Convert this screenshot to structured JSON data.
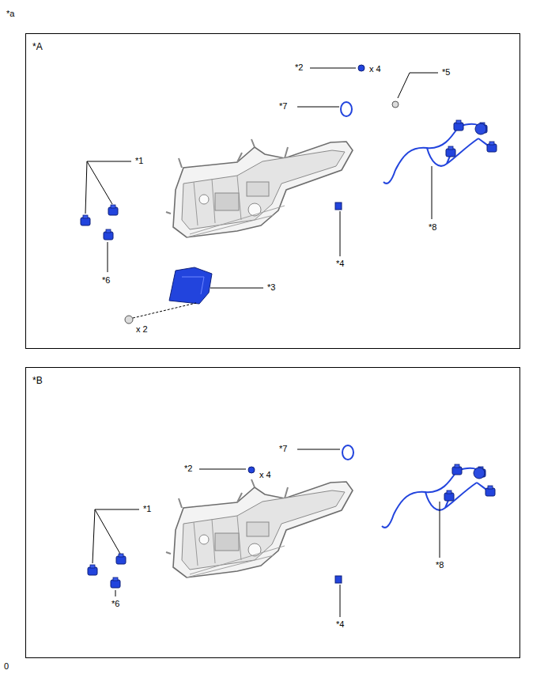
{
  "diagram": {
    "nodes": [
      {
        "text": [
          "*A"
        ]
      },
      {
        "text": [
          "*B"
        ]
      }
    ],
    "labels": [
      "*a",
      "*2",
      "x 4",
      "*5",
      "*7",
      "*1",
      "*8",
      "*4",
      "*6",
      "*3",
      "x 2",
      "*7",
      "*2",
      "x 4",
      "*1",
      "*8",
      "*6",
      "*4",
      "0"
    ]
  }
}
